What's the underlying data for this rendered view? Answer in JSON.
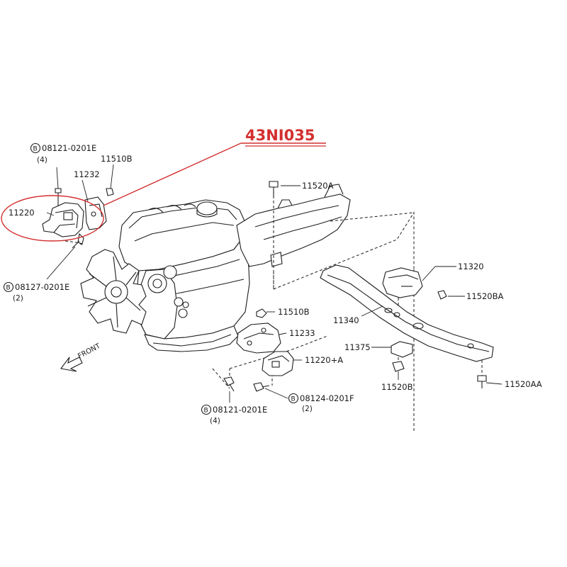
{
  "highlight": {
    "code": "43NI035",
    "color": "#d32f2f"
  },
  "direction": {
    "label": "FRONT",
    "icon": "front-arrow-icon"
  },
  "bolt_marker": "B",
  "parts": {
    "bolt_upper_left": {
      "number": "08121-0201E",
      "qty": "(4)"
    },
    "nut_11510b_upper": {
      "number": "11510B"
    },
    "bracket_11232": {
      "number": "11232"
    },
    "insulator_11220": {
      "number": "11220"
    },
    "bolt_lower_left": {
      "number": "08127-0201E",
      "qty": "(2)"
    },
    "bolt_11520a": {
      "number": "11520A"
    },
    "rear_mount_11320": {
      "number": "11320"
    },
    "nut_11520ba": {
      "number": "11520BA"
    },
    "crossmember_11340": {
      "number": "11340"
    },
    "nut_11510b_lower": {
      "number": "11510B"
    },
    "bracket_11233": {
      "number": "11233"
    },
    "insulator_11220a": {
      "number": "11220+A"
    },
    "plate_11375": {
      "number": "11375"
    },
    "nut_11520b": {
      "number": "11520B"
    },
    "bolt_11520aa": {
      "number": "11520AA"
    },
    "bolt_bottom_left": {
      "number": "08121-0201E",
      "qty": "(4)"
    },
    "bolt_bottom_right": {
      "number": "08124-0201F",
      "qty": "(2)"
    }
  }
}
